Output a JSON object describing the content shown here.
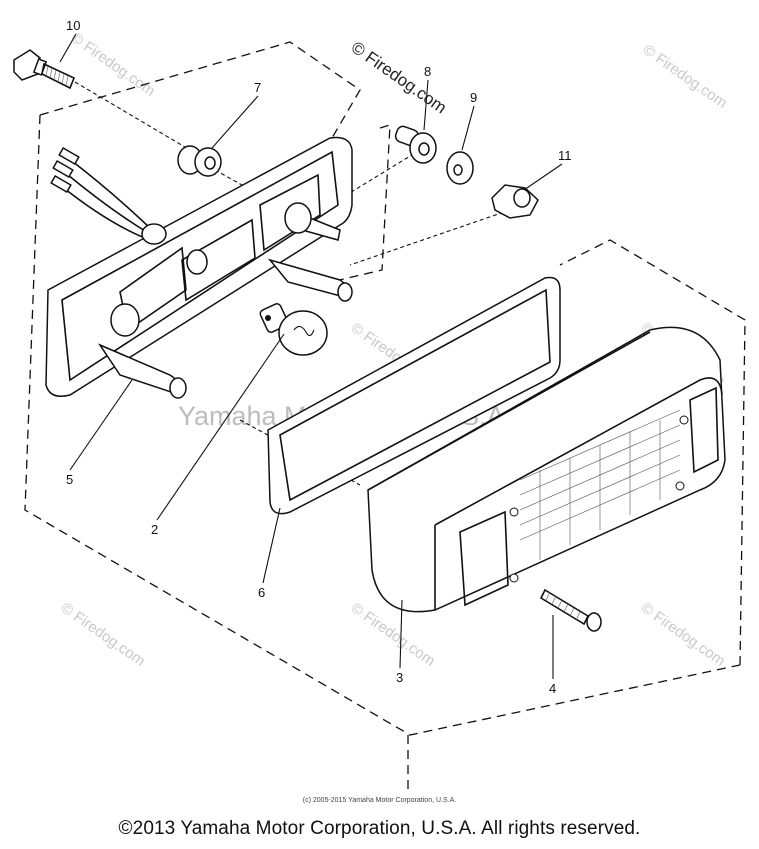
{
  "diagram": {
    "watermark_center": "Yamaha Motor Corp. U.S.A.",
    "watermark_top": "© Firedog.com",
    "watermark_tile": "© Firedog.com",
    "callouts": [
      {
        "id": "10",
        "label": "10"
      },
      {
        "id": "7",
        "label": "7"
      },
      {
        "id": "8",
        "label": "8"
      },
      {
        "id": "9",
        "label": "9"
      },
      {
        "id": "11",
        "label": "11"
      },
      {
        "id": "5",
        "label": "5"
      },
      {
        "id": "2",
        "label": "2"
      },
      {
        "id": "6",
        "label": "6"
      },
      {
        "id": "3",
        "label": "3"
      },
      {
        "id": "4",
        "label": "4"
      }
    ]
  },
  "copyright_small": "(c) 2005-2015 Yamaha Motor Corporation, U.S.A.",
  "copyright_footer": "©2013 Yamaha Motor Corporation, U.S.A. All rights reserved."
}
